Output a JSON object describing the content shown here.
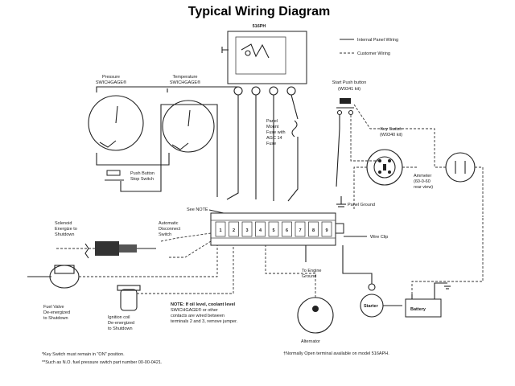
{
  "title": "Typical Wiring Diagram",
  "legend": {
    "internal": "Internal Panel Wiring",
    "customer": "Customer Wiring"
  },
  "components": {
    "controller_model": "516PH",
    "pressure": [
      "Pressure",
      "SWICHGAGE®"
    ],
    "temperature": [
      "Temperature",
      "SWICHGAGE®"
    ],
    "push_button_stop": [
      "Push Button",
      "Stop Switch"
    ],
    "start_push_button": [
      "Start Push button",
      "(W9341 kit)"
    ],
    "panel_fuse": [
      "Panel",
      "Mount",
      "Fuse with",
      "AGC 14",
      "Fuse"
    ],
    "key_switch": [
      "Key Switch",
      "(W9340 kit)"
    ],
    "ammeter": [
      "Ammeter",
      "(60-0-60",
      "rear view)"
    ],
    "see_note": "See NOTE",
    "panel_ground": "Panel Ground",
    "solenoid": [
      "Solenoid",
      "Energize to",
      "Shutdown"
    ],
    "auto_disconnect": [
      "Automatic",
      "Disconnect",
      "Switch"
    ],
    "wire_clip": "Wire Clip",
    "engine_ground": [
      "To Engine",
      "Ground"
    ],
    "fuel_valve": [
      "Fuel Valve",
      "De-energized",
      "to Shutdown"
    ],
    "ignition_coil": [
      "Ignition coil",
      "De-energized",
      "to Shutdown"
    ],
    "alternator": "Alternator",
    "starter": "Starter",
    "battery": "Battery",
    "terminals": [
      "1",
      "2",
      "3",
      "4",
      "5",
      "6",
      "7",
      "8",
      "9"
    ]
  },
  "note": [
    "NOTE: If oil level, coolant level",
    "SWICHGAGE® or other",
    "contacts are wired between",
    "terminals 2 and 3, remove jumper."
  ],
  "footnotes": [
    "*Key Switch must remain in \"ON\" position.",
    "**Such as N.O. fuel pressure switch part number 00-00-0421.",
    "†Normally Open terminal available on model 516APH."
  ]
}
